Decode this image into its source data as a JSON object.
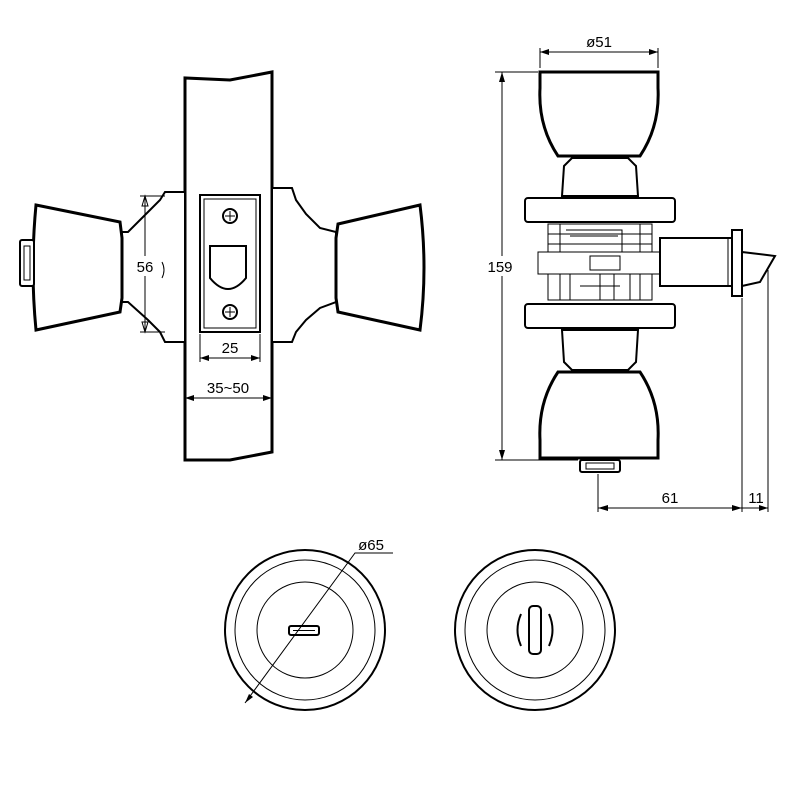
{
  "dimensions": {
    "rosette_height": "56",
    "backset": "25",
    "door_thickness": "35~50",
    "knob_diameter": "ø51",
    "overall_length": "159",
    "projection": "61",
    "latch_offset": "11",
    "rosette_diameter": "ø65"
  },
  "views": [
    {
      "name": "front-view"
    },
    {
      "name": "side-view"
    },
    {
      "name": "outside-rosette"
    },
    {
      "name": "inside-rosette"
    }
  ]
}
